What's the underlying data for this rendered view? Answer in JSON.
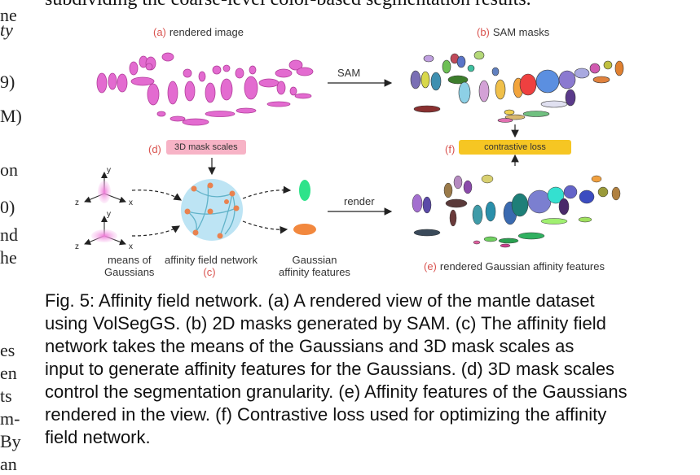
{
  "top_text": "subdividing the coarse-level color-based segmentation results.",
  "margin_left": [
    "ne",
    "ty",
    "9)",
    "M)",
    "on",
    "0)",
    "nd",
    "he",
    "es",
    "en",
    "ts",
    "m-",
    "By",
    "an"
  ],
  "figure": {
    "a": {
      "tag": "(a)",
      "label": "rendered image"
    },
    "b": {
      "tag": "(b)",
      "label": "SAM masks"
    },
    "c": {
      "title": "affinity field network",
      "tag": "(c)"
    },
    "d": {
      "tag": "(d)",
      "label": "3D mask scales"
    },
    "e": {
      "tag": "(e)",
      "label": "rendered Gaussian affinity features"
    },
    "f": {
      "tag": "(f)",
      "label": "contrastive loss"
    },
    "arrow_sam": "SAM",
    "arrow_render": "render",
    "means_label": [
      "means of",
      "Gaussians"
    ],
    "features_label": [
      "Gaussian",
      "affinity features"
    ],
    "axes": {
      "x": "x",
      "y": "y",
      "z": "z"
    },
    "colors": {
      "pink": "#e75fc9",
      "mask_scale": "#f7b3c6",
      "loss": "#f6c623",
      "network": "#bde4f4",
      "node": "#e9824f",
      "green": "#2ee38a",
      "orange": "#f2883e"
    }
  },
  "caption": [
    "Fig. 5: Affinity field network. (a) A rendered view of the mantle dataset",
    "using VolSegGS. (b) 2D masks generated by SAM. (c) The affinity field",
    "network takes the means of the Gaussians and 3D mask scales as",
    "input to generate affinity features for the Gaussians. (d) 3D mask scales",
    "control the segmentation granularity. (e) Affinity features of the Gaussians",
    "rendered in the view. (f) Contrastive loss used for optimizing the affinity",
    "field network."
  ]
}
